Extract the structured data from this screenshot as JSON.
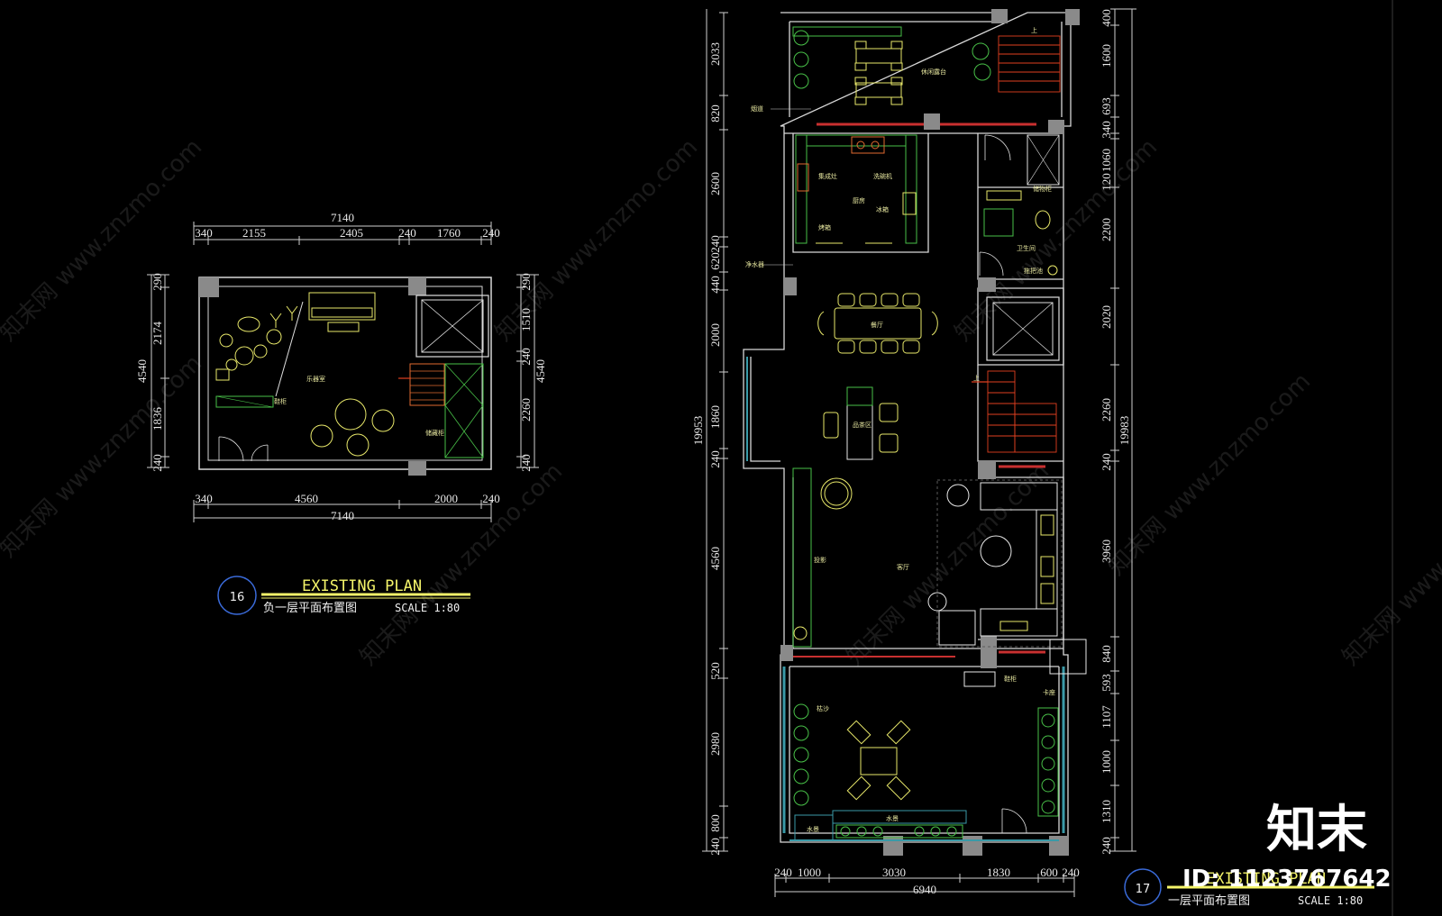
{
  "plan16": {
    "number": "16",
    "title": "EXISTING PLAN",
    "subtitle": "负一层平面布置图",
    "scale": "SCALE 1:80",
    "top_total": "7140",
    "top_dims": [
      "340",
      "2155",
      "2405",
      "240",
      "1760",
      "240"
    ],
    "bottom_dims": [
      "340",
      "4560",
      "2000",
      "240"
    ],
    "bottom_total": "7140",
    "left_total": "4540",
    "left_dims": [
      "290",
      "2174",
      "1836",
      "240"
    ],
    "right_dims": [
      "290",
      "1510",
      "240",
      "2260",
      "240"
    ],
    "right_total": "4540",
    "rooms": {
      "music": "乐器室",
      "shoe": "鞋柜",
      "storage": "储藏柜"
    }
  },
  "plan17": {
    "number": "17",
    "title": "EXISTING PLAN",
    "subtitle": "一层平面布置图",
    "scale": "SCALE 1:80",
    "left_total": "19953",
    "left_dims": [
      "2033",
      "820",
      "2600",
      "240",
      "620",
      "440",
      "2000",
      "1860",
      "240",
      "4560",
      "520",
      "2980",
      "800",
      "240"
    ],
    "right_total": "19983",
    "right_dims": [
      "400",
      "1600",
      "340",
      "693",
      "120",
      "1060",
      "2200",
      "2020",
      "2260",
      "240",
      "3960",
      "840",
      "593",
      "1107",
      "1000",
      "1310",
      "240"
    ],
    "bottom_dims": [
      "240",
      "1000",
      "3030",
      "1830",
      "600",
      "240"
    ],
    "bottom_total": "6940",
    "rooms": {
      "terrace": "休闲露台",
      "chimney": "烟道",
      "stove": "集成灶",
      "dishwasher": "洗碗机",
      "kitchen": "厨房",
      "fridge": "冰箱",
      "oven": "烤箱",
      "storage": "储物柜",
      "bathroom": "卫生间",
      "mop": "拖把池",
      "water_purifier": "净水器",
      "dining": "餐厅",
      "tea": "品茶区",
      "living": "客厅",
      "projection": "投影",
      "shoe": "鞋柜",
      "card": "卡座",
      "sand": "枯沙",
      "water1": "水景",
      "water2": "水景",
      "up1": "上",
      "up2": "上"
    }
  },
  "watermark": {
    "text": "知末网 www.znzmo.com"
  },
  "branding": {
    "logo": "知末",
    "id": "ID: 1123767642"
  }
}
